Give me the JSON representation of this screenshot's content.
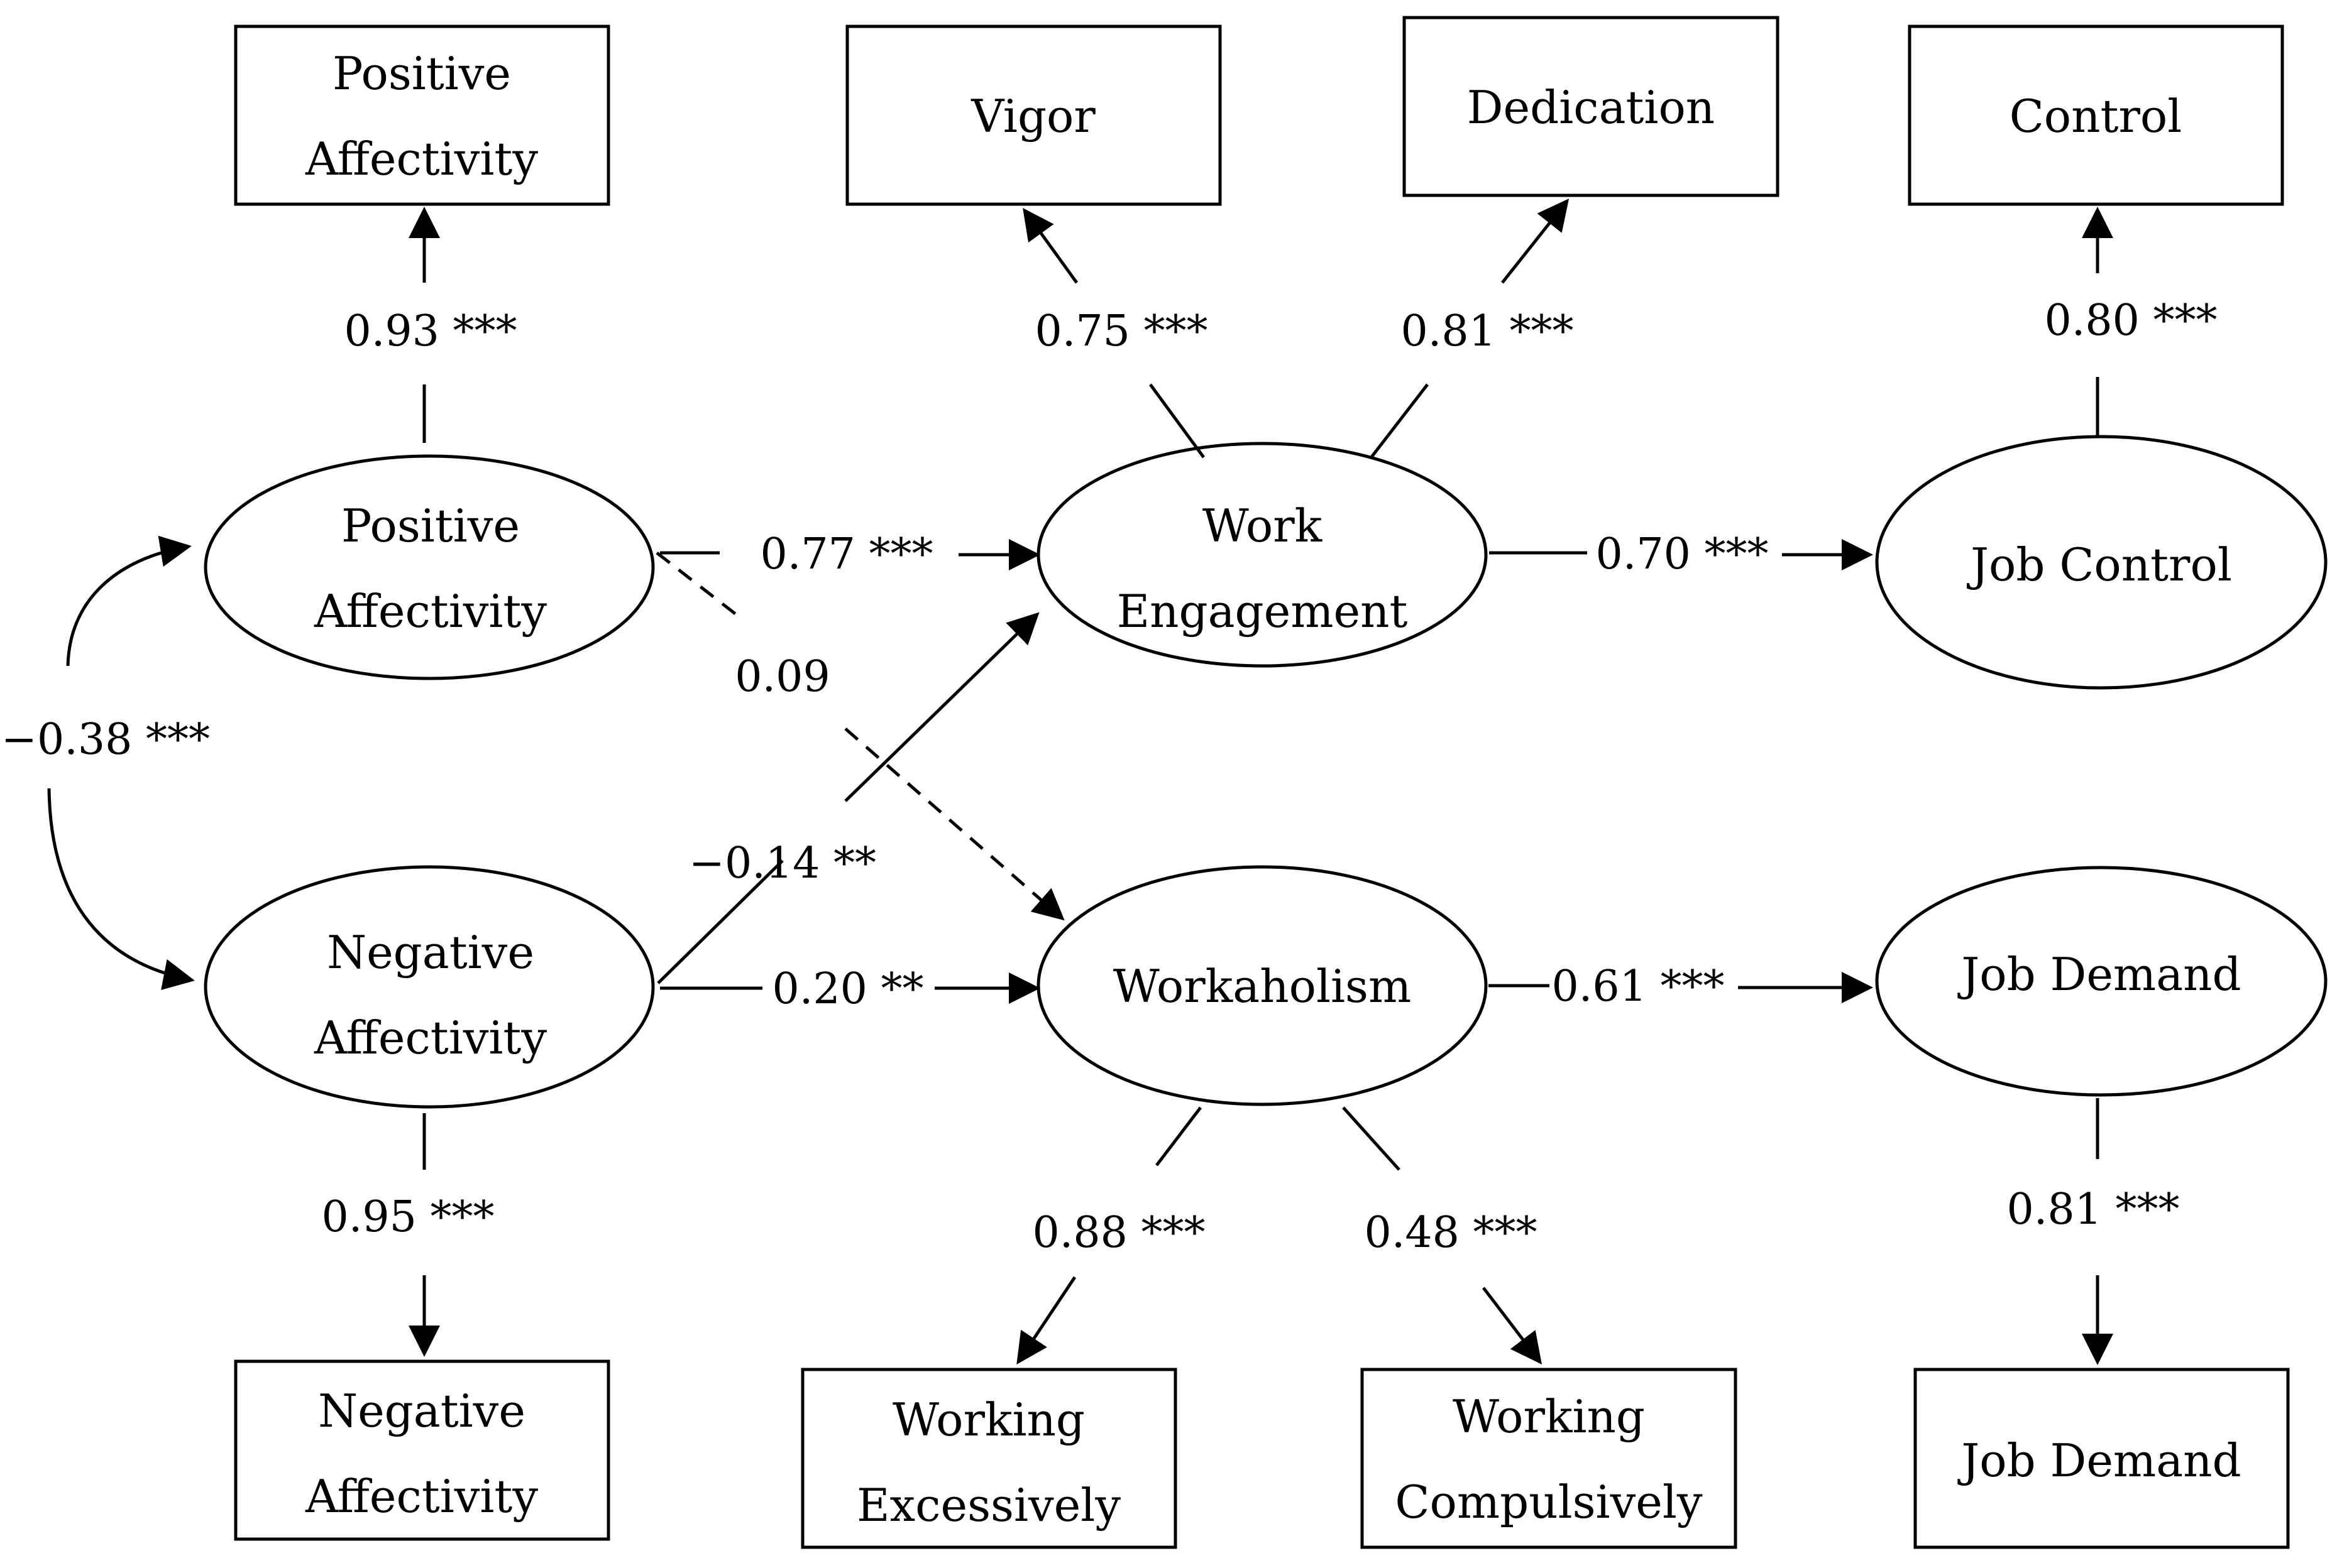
{
  "boxes": {
    "positive_affectivity": [
      "Positive",
      "Affectivity"
    ],
    "vigor": [
      "Vigor"
    ],
    "dedication": [
      "Dedication"
    ],
    "control": [
      "Control"
    ],
    "negative_affectivity": [
      "Negative",
      "Affectivity"
    ],
    "working_excessively": [
      "Working",
      "Excessively"
    ],
    "working_compulsively": [
      "Working",
      "Compulsively"
    ],
    "job_demand": [
      "Job Demand"
    ]
  },
  "latents": {
    "positive_affectivity": [
      "Positive",
      "Affectivity"
    ],
    "work_engagement": [
      "Work",
      "Engagement"
    ],
    "job_control": [
      "Job Control"
    ],
    "negative_affectivity": [
      "Negative",
      "Affectivity"
    ],
    "workaholism": [
      "Workaholism"
    ],
    "job_demand": [
      "Job Demand"
    ]
  },
  "coefficients": {
    "pa_loading": "0.93 ***",
    "vigor_loading": "0.75 ***",
    "dedication_loading": "0.81 ***",
    "control_loading": "0.80 ***",
    "pa_to_we": "0.77 ***",
    "we_to_jc": "0.70 ***",
    "pa_to_wh": "0.09",
    "pa_na_correlation": "−0.38 ***",
    "na_to_we": "−0.14 **",
    "na_to_wh": "0.20 **",
    "wh_to_jd": "0.61 ***",
    "na_loading": "0.95 ***",
    "excessively_loading": "0.88 ***",
    "compulsively_loading": "0.48 ***",
    "jd_loading": "0.81 ***"
  },
  "paths": {
    "pa_to_wh": "dashed (non-significant)"
  }
}
